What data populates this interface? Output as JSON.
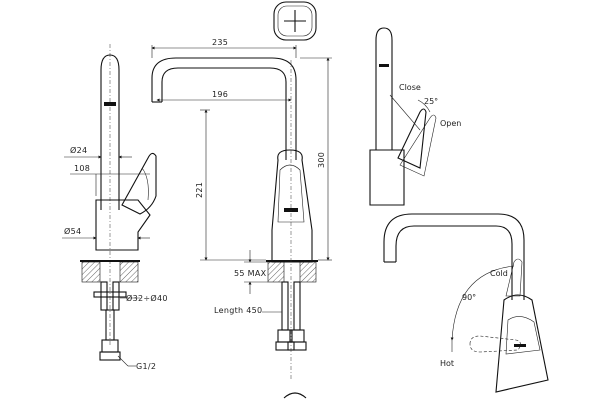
{
  "dimensions": {
    "width_235": "235",
    "reach_196": "196",
    "height_300": "300",
    "height_221": "221",
    "offset_108": "108",
    "dia_24": "Ø24",
    "dia_54": "Ø54",
    "max_55": "55 MAX",
    "hole_range": "Ø32÷Ø40",
    "hose_length": "Length 450",
    "thread": "G1/2"
  },
  "labels": {
    "close": "Close",
    "open": "Open",
    "angle_25": "25°",
    "cold": "Cold",
    "hot": "Hot",
    "angle_90": "90°"
  },
  "colors": {
    "line": "#111111",
    "background": "#ffffff"
  }
}
